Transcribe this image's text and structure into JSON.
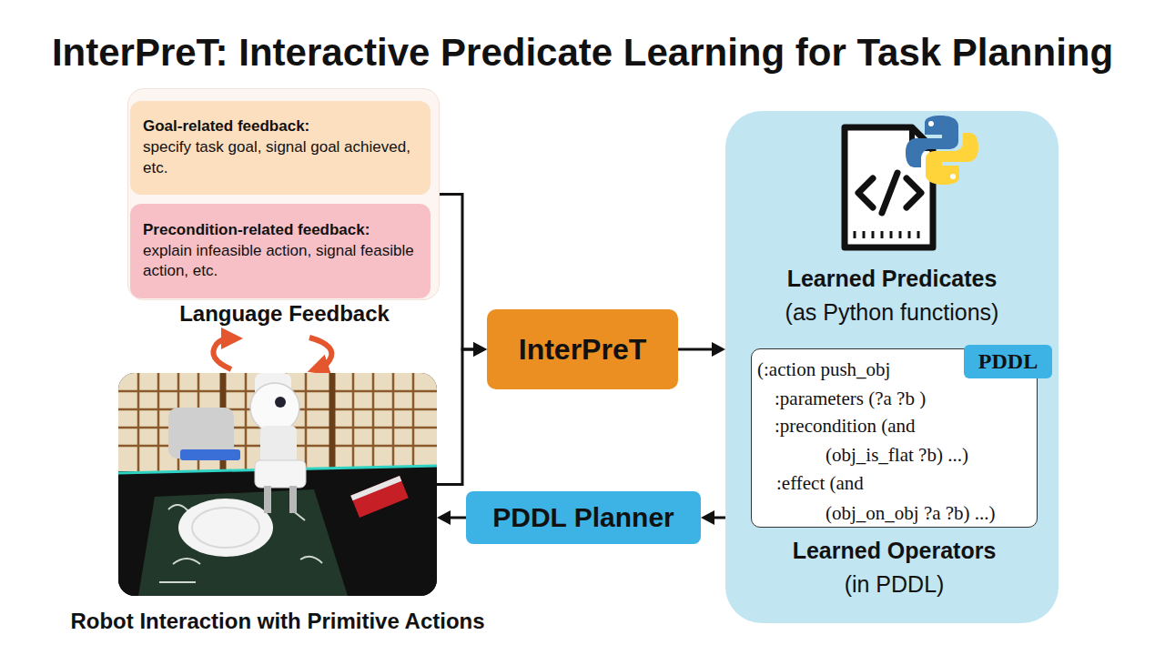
{
  "diagram": {
    "title": "InterPreT: Interactive Predicate Learning for Task Planning",
    "nodes": [
      {
        "text": [
          "Language Feedback"
        ]
      },
      {
        "text": [
          "Goal-related feedback:",
          "specify task goal, signal goal achieved, etc."
        ],
        "in": 0
      },
      {
        "text": [
          "Precondition-related feedback:",
          "explain infeasible action, signal feasible action, etc."
        ],
        "in": 0
      },
      {
        "text": [
          "Robot Interaction with Primitive Actions"
        ]
      },
      {
        "text": [
          "InterPreT"
        ]
      },
      {
        "text": [
          "Learned Predicates",
          "(as Python functions)"
        ]
      },
      {
        "text": [
          "(:action push_obj",
          ":parameters (?a ?b )",
          ":precondition (and",
          "(obj_is_flat ?b) ...)",
          ":effect (and",
          "(obj_on_obj ?a ?b) ...)",
          "Learned Operators",
          "(in PDDL)"
        ],
        "in": 5
      },
      {
        "text": [
          "PDDL"
        ],
        "in": 6
      },
      {
        "text": [
          "PDDL Planner"
        ]
      }
    ],
    "edges": [
      {
        "from": 0,
        "to": 4,
        "arrow": "to"
      },
      {
        "from": 3,
        "to": 4,
        "arrow": "to"
      },
      {
        "from": 4,
        "to": 5,
        "arrow": "to"
      },
      {
        "from": 5,
        "to": 8,
        "arrow": "to"
      },
      {
        "from": 8,
        "to": 3,
        "arrow": "to"
      }
    ]
  }
}
